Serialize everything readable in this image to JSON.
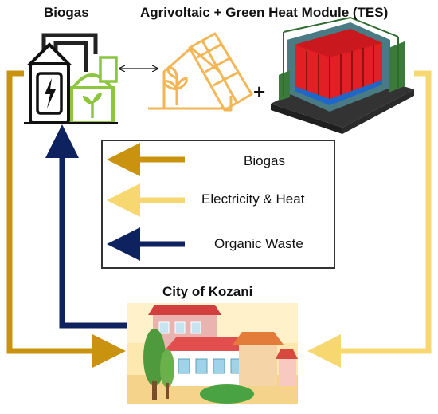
{
  "titles": {
    "biogas": "Biogas",
    "module": "Agrivoltaic + Green Heat Module (TES)",
    "city": "City of Kozani",
    "plus": "+"
  },
  "legend": [
    {
      "label": "Biogas",
      "color": "#c9930f"
    },
    {
      "label": "Electricity & Heat",
      "color": "#f7d870"
    },
    {
      "label": "Organic Waste",
      "color": "#0f2260"
    }
  ],
  "colors": {
    "biogas_arrow": "#c9930f",
    "electricity_arrow": "#f7d870",
    "waste_arrow": "#0f2260",
    "agrivoltaic_icon": "#f2b655",
    "plant_green": "#8cc63f"
  },
  "icons": [
    "biogas-plant-icon",
    "agrivoltaic-greenhouse-icon",
    "tes-module-icon",
    "city-illustration"
  ]
}
